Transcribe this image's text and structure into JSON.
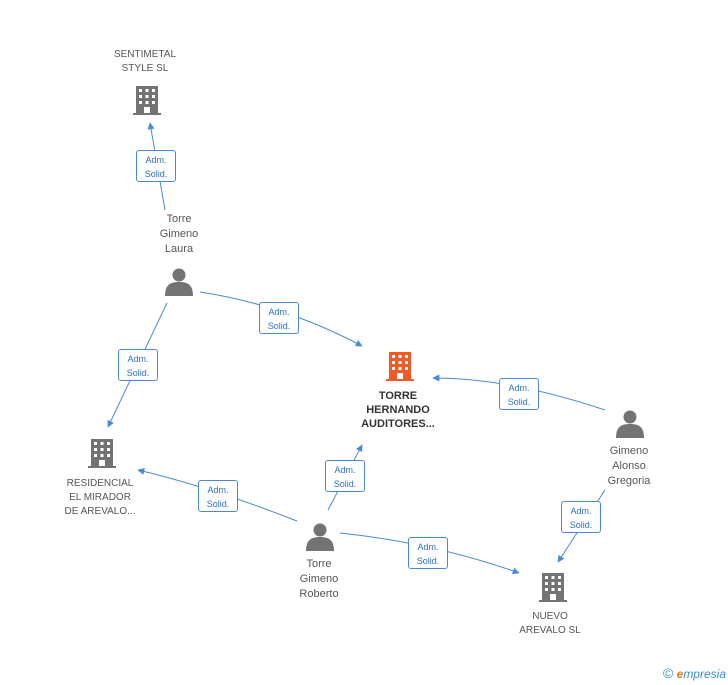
{
  "colors": {
    "edge": "#4a8ad4",
    "node": "#737373",
    "focus": "#f15a24"
  },
  "nodes": {
    "sentimetal": {
      "label": "SENTIMETAL\nSTYLE  SL",
      "icon": "building-icon"
    },
    "torre_laura": {
      "label": "Torre\nGimeno\nLaura",
      "icon": "person-icon"
    },
    "torre_hernando": {
      "label": "TORRE\nHERNANDO\nAUDITORES...",
      "icon": "building-icon"
    },
    "gimeno_gregoria": {
      "label": "Gimeno\nAlonso\nGregoria",
      "icon": "person-icon"
    },
    "residencial": {
      "label": "RESIDENCIAL\nEL MIRADOR\nDE AREVALO...",
      "icon": "building-icon"
    },
    "torre_roberto": {
      "label": "Torre\nGimeno\nRoberto",
      "icon": "person-icon"
    },
    "nuevo_arevalo": {
      "label": "NUEVO\nAREVALO SL",
      "icon": "building-icon"
    }
  },
  "edge_labels": {
    "e1": "Adm.\nSolid.",
    "e2": "Adm.\nSolid.",
    "e3": "Adm.\nSolid.",
    "e4": "Adm.\nSolid.",
    "e5": "Adm.\nSolid.",
    "e6": "Adm.\nSolid.",
    "e7": "Adm.\nSolid.",
    "e8": "Adm.\nSolid."
  },
  "footer": {
    "copyright": "©",
    "brand_initial": "e",
    "brand_rest": "mpresia"
  }
}
